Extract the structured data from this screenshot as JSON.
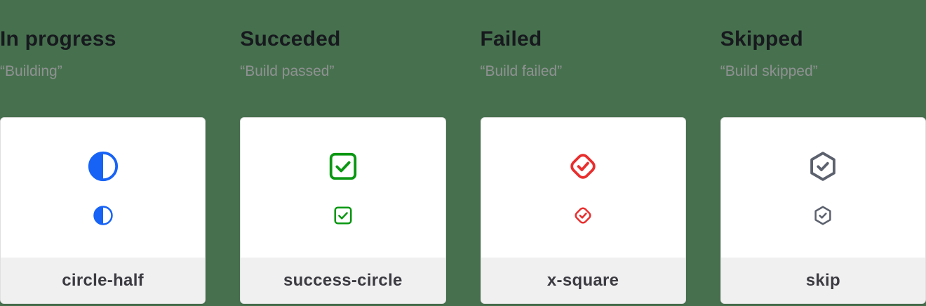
{
  "page": {
    "background_color": "#47714E",
    "card_background": "#FFFFFF",
    "card_border_color": "#DFDFDF",
    "footer_background": "#F0F0F1",
    "title_color": "#17191E",
    "subtitle_color": "#8F9192",
    "footer_text_color": "#3B3B41"
  },
  "columns": [
    {
      "title": "In progress",
      "subtitle": "“Building”",
      "icon": "circle-half-icon",
      "icon_color": "#1763F6",
      "label": "circle-half"
    },
    {
      "title": "Succeded",
      "subtitle": "“Build passed”",
      "icon": "square-check-icon",
      "icon_color": "#0A9712",
      "label": "success-circle"
    },
    {
      "title": "Failed",
      "subtitle": "“Build failed”",
      "icon": "diamond-check-icon",
      "icon_color": "#E92E2E",
      "label": "x-square"
    },
    {
      "title": "Skipped",
      "subtitle": "“Build skipped”",
      "icon": "hexagon-check-icon",
      "icon_color": "#5C616E",
      "label": "skip"
    }
  ]
}
